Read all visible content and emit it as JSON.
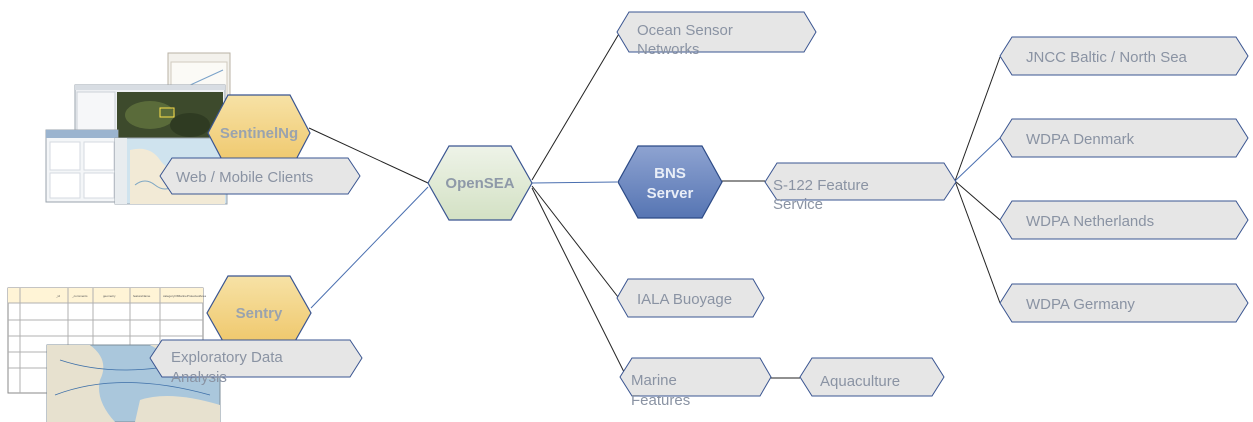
{
  "hubs": {
    "opensea": "OpenSEA",
    "sentinelng": "SentinelNg",
    "sentry": "Sentry",
    "bns_line1": "BNS",
    "bns_line2": "Server"
  },
  "clients": {
    "web_mobile": "Web / Mobile Clients",
    "eda_line1": "Exploratory Data",
    "eda_line2": "Analysis"
  },
  "services": {
    "ocean_line1": "Ocean Sensor",
    "ocean_line2": "Networks",
    "s122_line1": "S-122 Feature",
    "s122_line2": "Service",
    "iala": "IALA Buoyage",
    "marine_line1": "Marine",
    "marine_line2": "Features",
    "aquaculture": "Aquaculture"
  },
  "datasets": {
    "jncc": "JNCC Baltic / North Sea",
    "wdpa_dk": "WDPA Denmark",
    "wdpa_nl": "WDPA Netherlands",
    "wdpa_de": "WDPA Germany"
  },
  "table_headers": [
    "",
    "_id",
    "_comments",
    "geometry",
    "featureName",
    "categoryOfMarineProtectedArea"
  ],
  "colors": {
    "hex_green": "#dfe9d4",
    "hex_yellow": "#f2d27a",
    "hex_blue": "#6b86bf",
    "pill_fill": "#e6e6e6",
    "outline": "#3a5591"
  }
}
